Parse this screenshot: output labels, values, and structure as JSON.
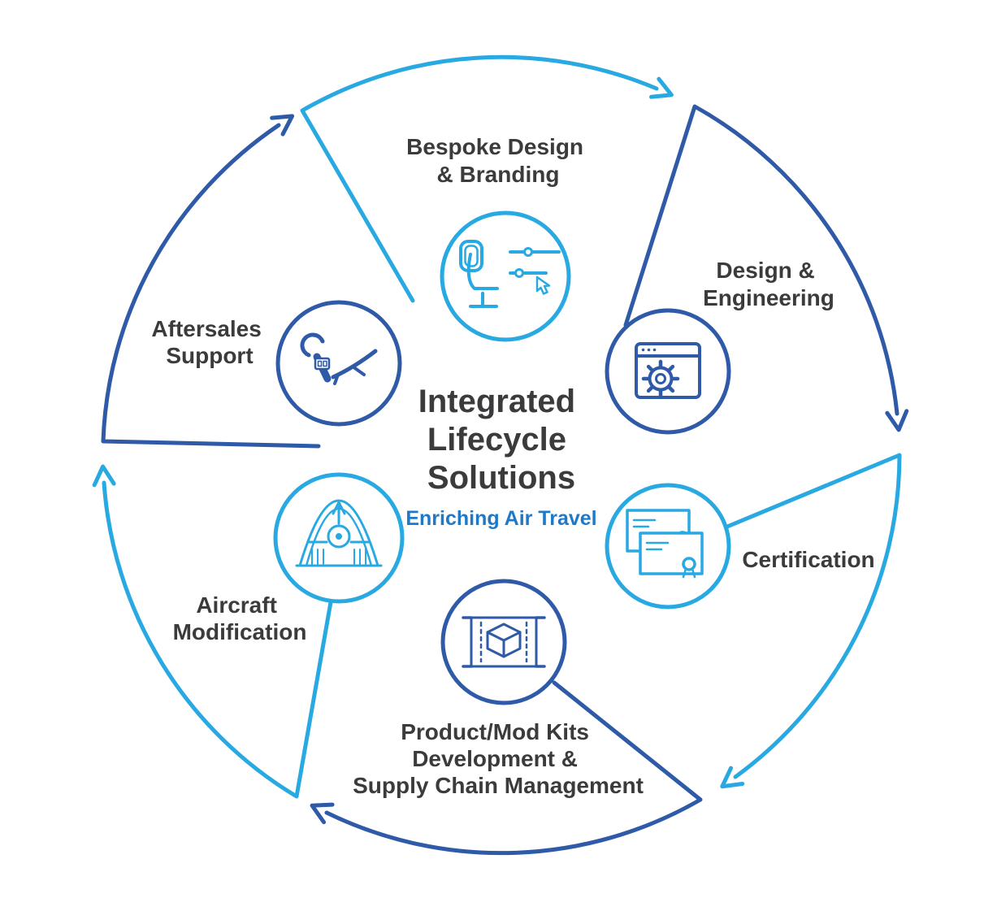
{
  "title": {
    "lines": [
      "Integrated",
      "Lifecycle",
      "Solutions"
    ],
    "subtitle": "Enriching Air Travel"
  },
  "colors": {
    "light_blue": "#29A9E1",
    "dark_blue": "#2E5AA8",
    "text_dark": "#3B3B3D",
    "subtitle_blue": "#1E79C8"
  },
  "nodes": [
    {
      "id": "bespoke-design-branding",
      "color": "light",
      "icon": "airplane-seat-settings-icon",
      "label_lines": [
        "Bespoke Design",
        "& Branding"
      ]
    },
    {
      "id": "design-engineering",
      "color": "dark",
      "icon": "browser-gear-icon",
      "label_lines": [
        "Design &",
        "Engineering"
      ]
    },
    {
      "id": "certification",
      "color": "light",
      "icon": "certificates-icon",
      "label_lines": [
        "Certification"
      ]
    },
    {
      "id": "product-mod-kits",
      "color": "dark",
      "icon": "3d-cube-frame-icon",
      "label_lines": [
        "Product/Mod Kits",
        "Development &",
        "Supply Chain Management"
      ]
    },
    {
      "id": "aircraft-modification",
      "color": "light",
      "icon": "aircraft-hangar-icon",
      "label_lines": [
        "Aircraft",
        "Modification"
      ]
    },
    {
      "id": "aftersales-support",
      "color": "dark",
      "icon": "wrench-aircraft-icon",
      "label_lines": [
        "Aftersales",
        "Support"
      ]
    }
  ]
}
